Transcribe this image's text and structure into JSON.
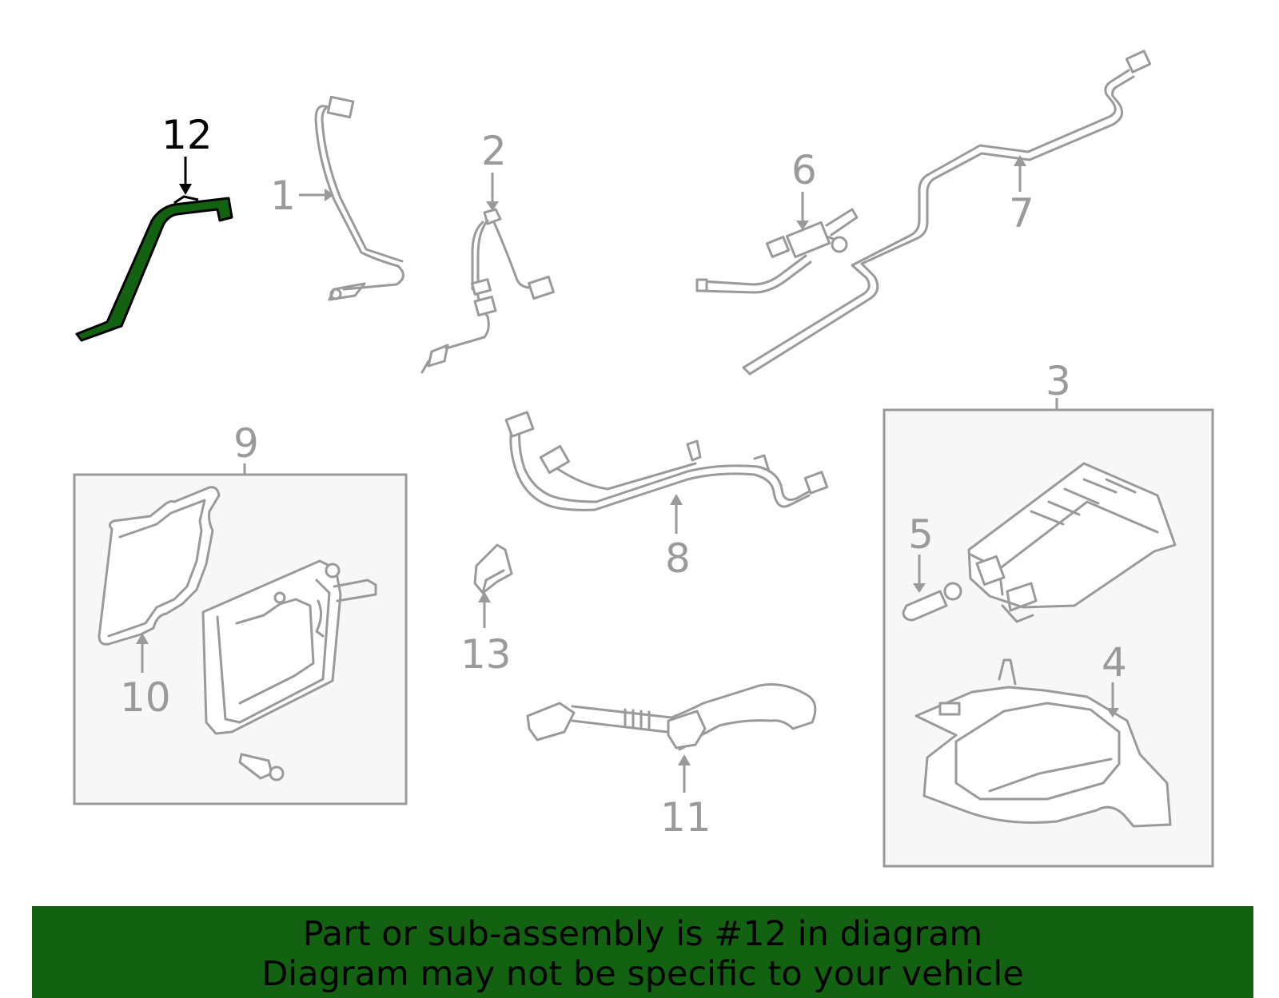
{
  "diagram": {
    "highlight_color": "#126212",
    "line_color": "#9a9a9a",
    "highlighted_part": "12",
    "callouts": {
      "c1": "1",
      "c2": "2",
      "c3": "3",
      "c4": "4",
      "c5": "5",
      "c6": "6",
      "c7": "7",
      "c8": "8",
      "c9": "9",
      "c10": "10",
      "c11": "11",
      "c12": "12",
      "c13": "13"
    }
  },
  "banner": {
    "line1": "Part or sub-assembly is #12 in diagram",
    "line2": "Diagram may not be specific to your vehicle",
    "background": "#126212"
  }
}
